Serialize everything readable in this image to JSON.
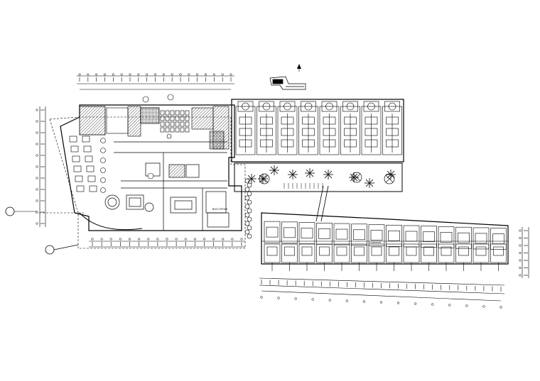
{
  "drawing": {
    "type": "architectural-floor-plan",
    "line_color": "#000000",
    "background": "#ffffff",
    "hatch_color": "#555555",
    "north_arrow_icon": "north-arrow-icon",
    "small_labels": {
      "office_label": "BOH OFFICE",
      "corridor_label": "CORRIDOR"
    },
    "guest_blocks": {
      "upper_row_units": 8,
      "lower_row_units": 14
    }
  }
}
